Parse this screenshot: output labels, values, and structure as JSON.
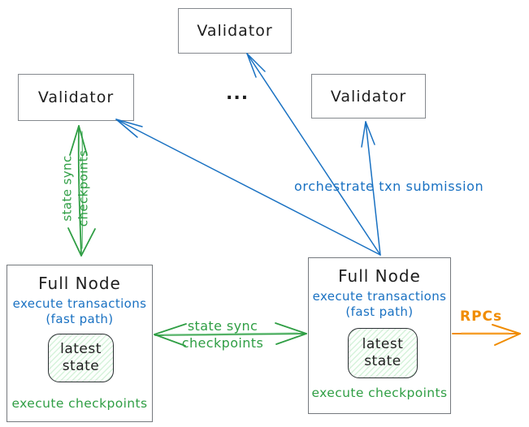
{
  "diagram": {
    "validators": {
      "top": "Validator",
      "left": "Validator",
      "right": "Validator",
      "ellipsis": "..."
    },
    "full_node_left": {
      "title": "Full Node",
      "exec_line1": "execute transactions",
      "exec_line2": "(fast path)",
      "state_line1": "latest",
      "state_line2": "state",
      "checkpoints": "execute checkpoints"
    },
    "full_node_right": {
      "title": "Full Node",
      "exec_line1": "execute transactions",
      "exec_line2": "(fast path)",
      "state_line1": "latest",
      "state_line2": "state",
      "checkpoints": "execute checkpoints"
    },
    "labels": {
      "vertical_sync_line1": "state sync",
      "vertical_sync_line2": "checkpoints",
      "horizontal_sync_line1": "state sync",
      "horizontal_sync_line2": "checkpoints",
      "orchestrate": "orchestrate txn submission",
      "rpcs": "RPCs"
    },
    "colors": {
      "blue": "#1971c2",
      "green": "#2f9e44",
      "green_light": "#8fd19e",
      "orange": "#f08c00",
      "ink": "#1e1e1e",
      "box_border": "#85898e"
    }
  }
}
